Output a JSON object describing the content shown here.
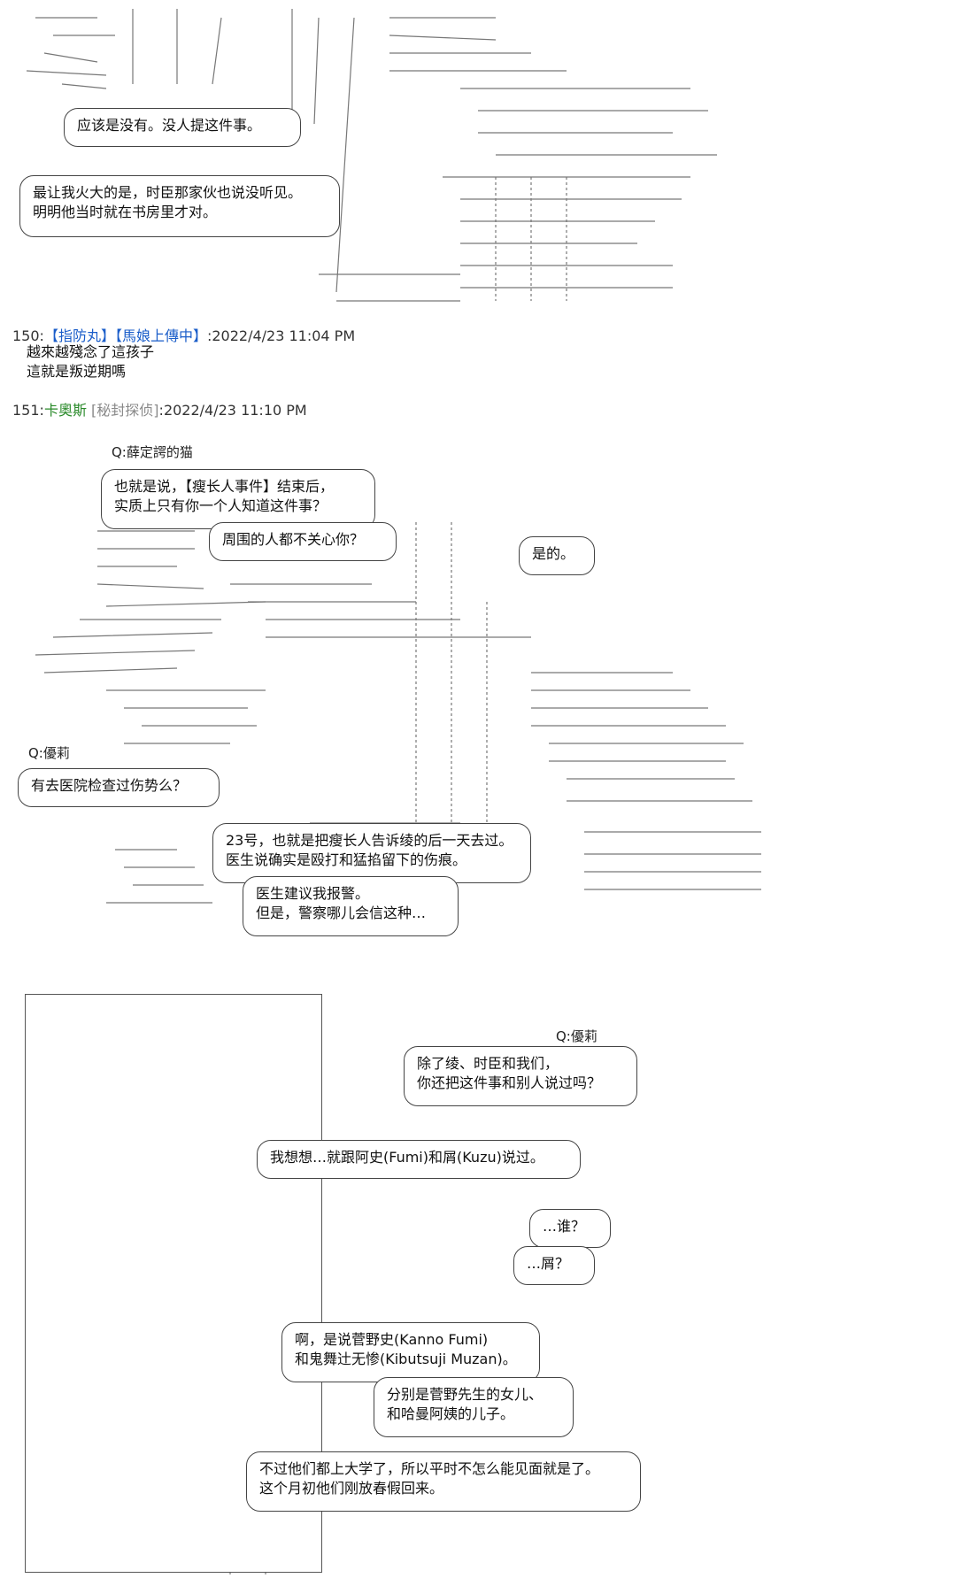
{
  "top_scene": {
    "bubbles": [
      {
        "lines": [
          "应该是没有。没人提这件事。"
        ]
      },
      {
        "lines": [
          "最让我火大的是，时臣那家伙也说没听见。",
          "明明他当时就在书房里才对。"
        ]
      }
    ]
  },
  "posts": [
    {
      "number": "150:",
      "name": "【指防丸】【馬娘上傳中】",
      "timestamp": ":2022/4/23 11:04 PM",
      "lines": [
        "越來越殘念了這孩子",
        "這就是叛逆期嗎"
      ]
    },
    {
      "number": "151:",
      "name": "卡奧斯",
      "trip": "[秘封探侦]",
      "timestamp": ":2022/4/23 11:10 PM"
    }
  ],
  "scene2": {
    "labels": {
      "q_cat": "Q:薛定諤的猫",
      "q_yuri": "Q:優莉"
    },
    "bubbles": [
      {
        "lines": [
          "也就是说，【瘦长人事件】结束后，",
          "实质上只有你一个人知道这件事？"
        ]
      },
      {
        "lines": [
          "周围的人都不关心你？"
        ]
      },
      {
        "lines": [
          "是的。"
        ]
      },
      {
        "lines": [
          "有去医院检查过伤势么？"
        ]
      },
      {
        "lines": [
          "23号，也就是把瘦长人告诉绫的后一天去过。",
          "医生说确实是殴打和猛掐留下的伤痕。"
        ]
      },
      {
        "lines": [
          "医生建议我报警。",
          "但是，警察哪儿会信这种…"
        ]
      }
    ]
  },
  "scene3": {
    "labels": {
      "q_yuri": "Q:優莉"
    },
    "bubbles": [
      {
        "lines": [
          "除了绫、时臣和我们，",
          "你还把这件事和别人说过吗？"
        ]
      },
      {
        "lines": [
          "我想想…就跟阿史(Fumi)和屑(Kuzu)说过。"
        ]
      },
      {
        "lines": [
          "…谁？"
        ]
      },
      {
        "lines": [
          "…屑？"
        ]
      },
      {
        "lines": [
          "啊，是说菅野史(Kanno Fumi)",
          "和鬼舞辻无惨(Kibutsuji Muzan)。"
        ]
      },
      {
        "lines": [
          "分别是菅野先生的女儿、",
          "和哈曼阿姨的儿子。"
        ]
      },
      {
        "lines": [
          "不过他们都上大学了，所以平时不怎么能见面就是了。",
          "这个月初他们刚放春假回来。"
        ]
      }
    ]
  }
}
